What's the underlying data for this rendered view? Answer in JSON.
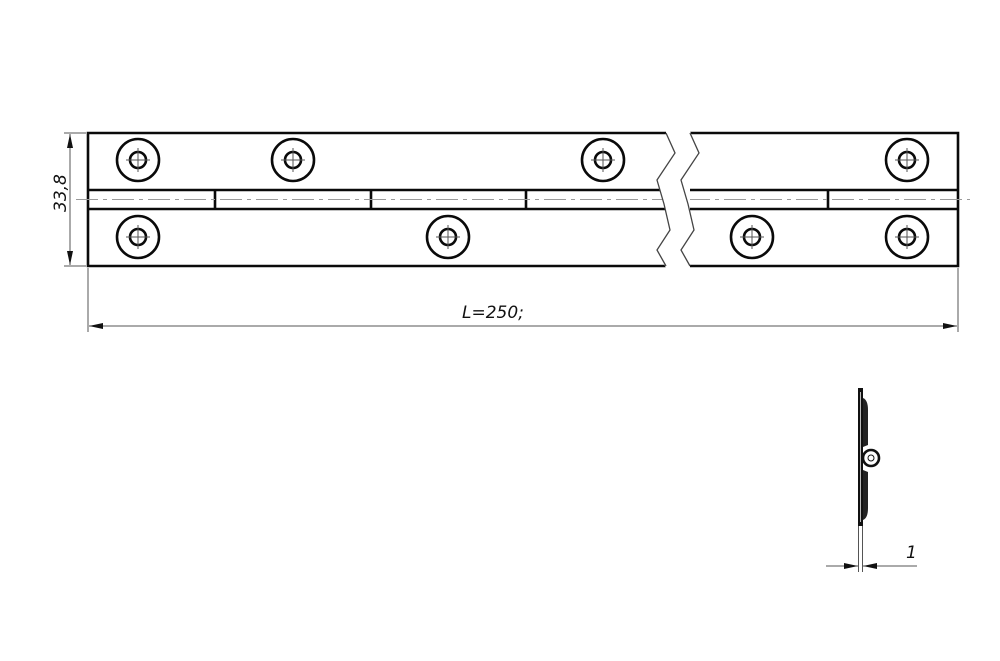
{
  "drawing": {
    "title": "Piano hinge technical drawing",
    "front_view": {
      "height_dimension": "33,8",
      "length_dimension": "L=250;",
      "holes_top_row_x": [
        138,
        293,
        603,
        907
      ],
      "holes_bottom_row_x": [
        138,
        448,
        752,
        907
      ],
      "knuckle_joints_x": [
        215,
        371,
        526,
        828
      ],
      "break_symbol": "zigzag-break"
    },
    "side_view": {
      "thickness_dimension": "1"
    }
  },
  "colors": {
    "line": "#0a0a0a",
    "dimension_line": "#555555",
    "center_line": "#9a9a9a",
    "background": "#ffffff"
  }
}
